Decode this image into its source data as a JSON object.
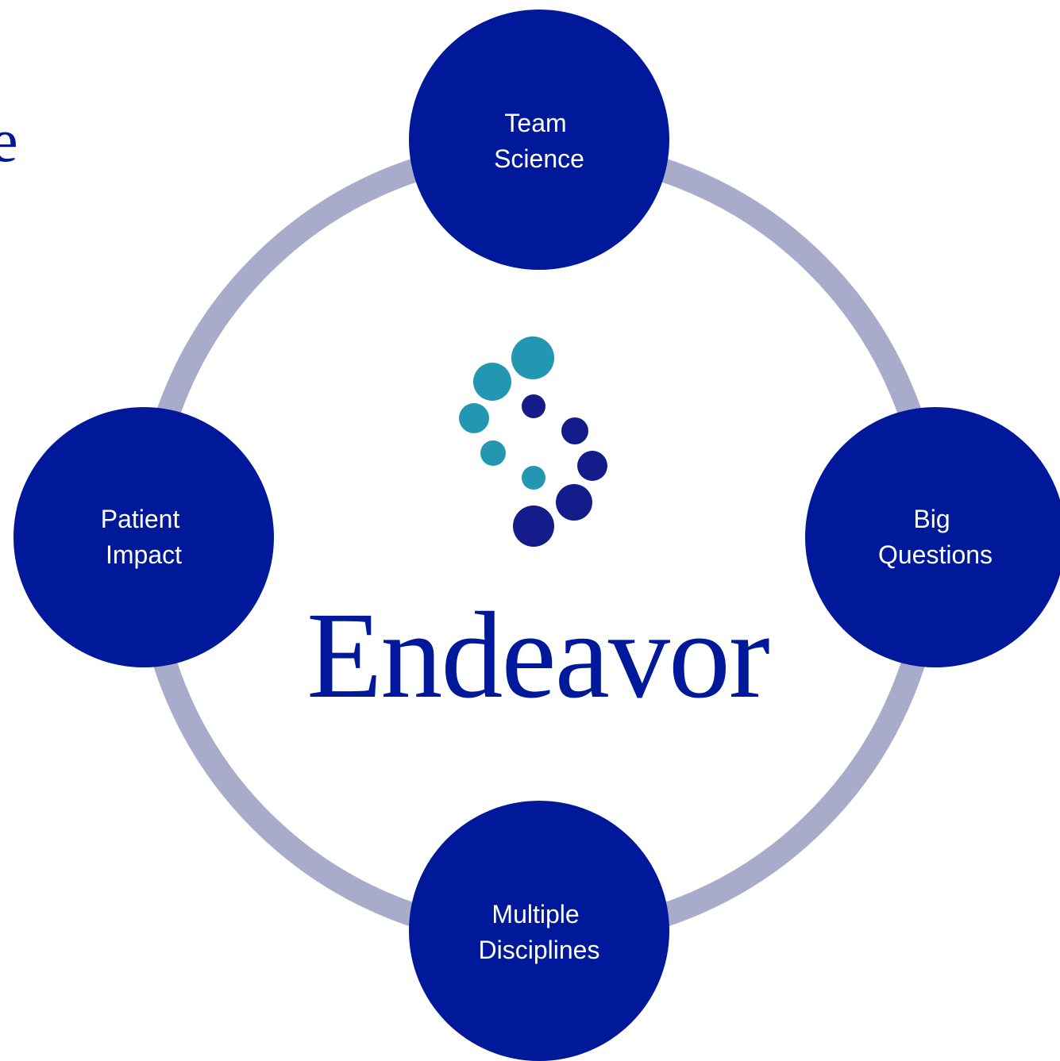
{
  "edge_glyph": "e",
  "brand": {
    "name": "Endeavor",
    "logo": "endeavor-dots-icon"
  },
  "nodes": [
    {
      "id": "team-science",
      "lines": [
        "Team",
        "Science"
      ]
    },
    {
      "id": "big-questions",
      "lines": [
        "Big",
        "Questions"
      ]
    },
    {
      "id": "multiple-disciplines",
      "lines": [
        "Multiple",
        "Disciplines"
      ]
    },
    {
      "id": "patient-impact",
      "lines": [
        "Patient",
        "Impact"
      ]
    }
  ],
  "colors": {
    "node_fill": "#00189a",
    "ring": "#a9abcb",
    "brand_text": "#00189a",
    "dot_teal": "#2396b2",
    "dot_navy": "#141c8c",
    "background": "#ffffff"
  }
}
